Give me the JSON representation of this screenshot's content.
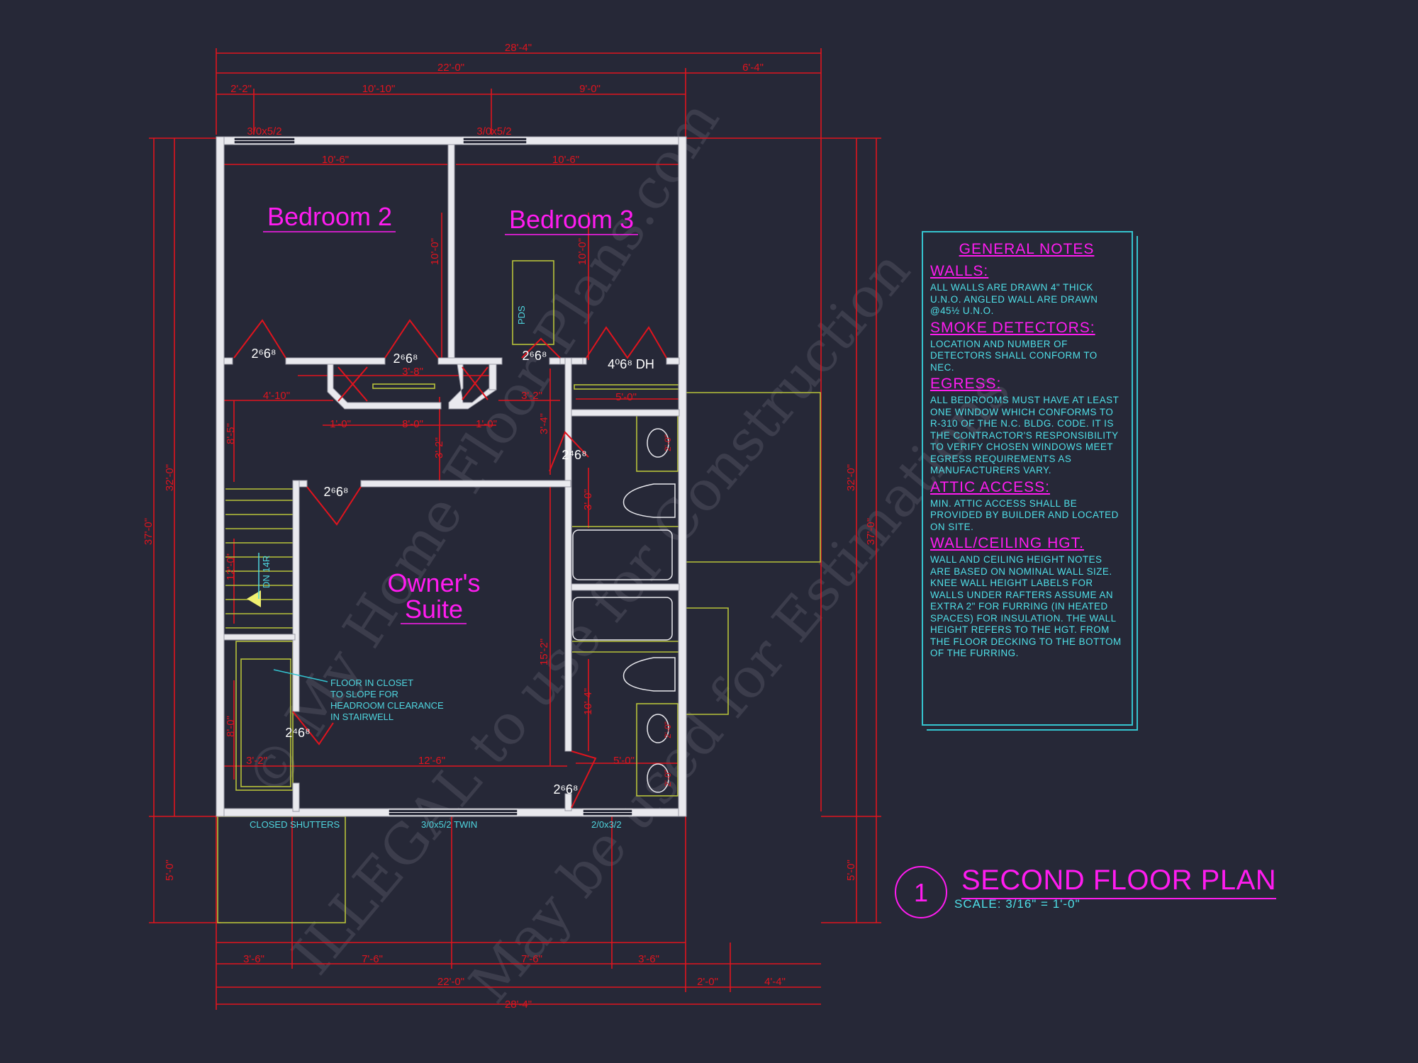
{
  "drawing": {
    "title": "SECOND FLOOR PLAN",
    "number": "1",
    "scale": "SCALE: 3/16\" = 1'-0\"",
    "watermark_lines": [
      "© My Home Floor Plans.com",
      "ILLEGAL to use for Construction",
      "May be used for Estimations"
    ]
  },
  "rooms": {
    "bedroom2": "Bedroom 2",
    "bedroom3": "Bedroom 3",
    "owners_line1": "Owner's",
    "owners_line2": "Suite"
  },
  "dimensions": {
    "overall_top": "28'-4\"",
    "top_22": "22'-0\"",
    "top_6_4": "6'-4\"",
    "top_2_2": "2'-2\"",
    "top_10_10": "10'-10\"",
    "top_9_0": "9'-0\"",
    "window_b2": "3/0x5/2",
    "window_b3": "3/0x5/2",
    "b2_width": "10'-6\"",
    "b3_width": "10'-6\"",
    "b2_depth": "10'-0\"",
    "b3_depth": "10'-0\"",
    "closet_4_10": "4'-10\"",
    "closet_3_8": "3'-8\"",
    "closet_1_0a": "1'-0\"",
    "closet_8_0": "8'-0\"",
    "closet_1_0b": "1'-0\"",
    "closet_3_2": "3'-2\"",
    "closet_5_0": "5'-0\"",
    "hall_3_4": "3'-4\"",
    "hall_3_2": "3'-2\"",
    "left_8_5": "8'-5\"",
    "stair_12_0": "12'-0\"",
    "closet_8_0v": "8'-0\"",
    "bottom_3_2": "3'-2\"",
    "bottom_12_6": "12'-6\"",
    "bottom_5_0": "5'-0\"",
    "suite_15_2": "15'-2\"",
    "bath_3_0": "3'-0\"",
    "bath_10_4": "10'-4\"",
    "vanity_a": "2'-0\"",
    "vanity_b": "2'-0\"",
    "vanity_c": "2'-0\"",
    "left_32_0": "32'-0\"",
    "left_37_0": "37'-0\"",
    "left_5_0": "5'-0\"",
    "right_32_0": "32'-0\"",
    "right_37_0": "37'-0\"",
    "right_5_0": "5'-0\"",
    "bot_3_6a": "3'-6\"",
    "bot_7_6a": "7'-6\"",
    "bot_7_6b": "7'-6\"",
    "bot_3_6b": "3'-6\"",
    "bot_22_0": "22'-0\"",
    "bot_2_0": "2'-0\"",
    "bot_4_4": "4'-4\"",
    "bot_overall": "28'-4\""
  },
  "doors": {
    "d1": "2⁶6⁸",
    "d2": "2⁶6⁸",
    "d3": "2⁶6⁸",
    "d4": "4⁰6⁸ DH",
    "d5": "2⁴6⁸",
    "d6": "2⁶6⁸",
    "d7": "2⁴6⁸",
    "d8": "2⁶6⁸"
  },
  "annotations": {
    "pds": "PDS",
    "stair_dn": "DN 14R",
    "closet_note": [
      "FLOOR IN CLOSET",
      "TO SLOPE FOR",
      "HEADROOM CLEARANCE",
      "IN STAIRWELL"
    ],
    "closed_shutters": "CLOSED SHUTTERS",
    "window_twin": "3/0x5/2 TWIN",
    "window_bath": "2/0x3/2"
  },
  "notes": {
    "title": "GENERAL NOTES",
    "sections": [
      {
        "heading": "WALLS:",
        "body": "ALL WALLS ARE DRAWN 4\" THICK U.N.O. ANGLED WALL ARE DRAWN @45½ U.N.O."
      },
      {
        "heading": "SMOKE DETECTORS:",
        "body": "LOCATION AND NUMBER OF DETECTORS SHALL CONFORM TO NEC."
      },
      {
        "heading": "EGRESS:",
        "body": "ALL BEDROOMS MUST HAVE AT LEAST ONE WINDOW WHICH CONFORMS TO R-310 OF THE N.C. BLDG. CODE. IT IS THE CONTRACTOR'S RESPONSIBILITY TO VERIFY CHOSEN WINDOWS MEET EGRESS REQUIREMENTS AS MANUFACTURERS VARY."
      },
      {
        "heading": "ATTIC ACCESS:",
        "body": "MIN. ATTIC ACCESS SHALL BE PROVIDED BY BUILDER AND LOCATED ON SITE."
      },
      {
        "heading": "WALL/CEILING HGT.",
        "body": "WALL AND CEILING HEIGHT NOTES ARE BASED ON NOMINAL WALL SIZE. KNEE WALL HEIGHT LABELS FOR WALLS UNDER RAFTERS ASSUME AN EXTRA 2\" FOR FURRING (IN HEATED SPACES) FOR INSULATION. THE WALL HEIGHT REFERS TO THE HGT. FROM THE FLOOR DECKING TO THE BOTTOM OF THE FURRING."
      }
    ]
  }
}
